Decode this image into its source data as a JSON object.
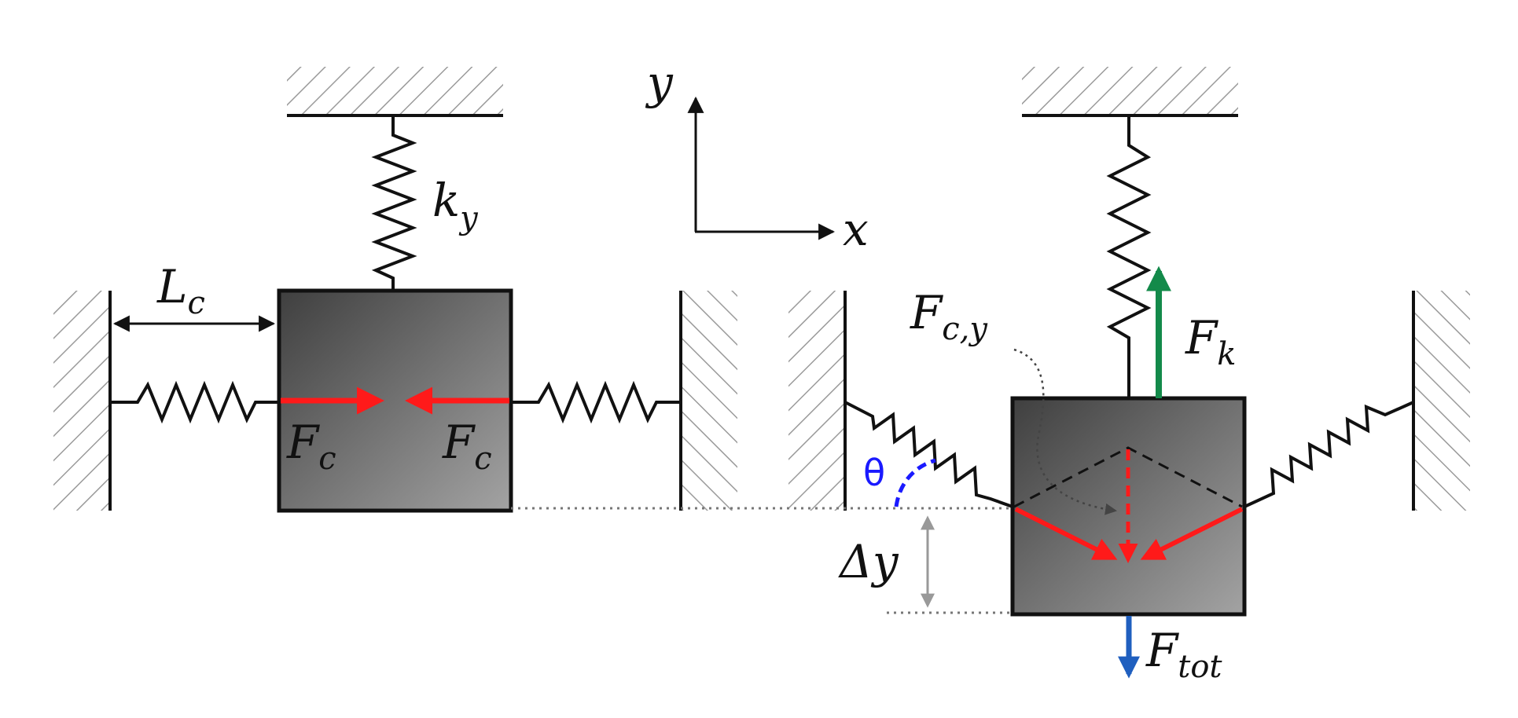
{
  "labels": {
    "axis_y": "y",
    "axis_x": "x",
    "stiffness_main": "k",
    "stiffness_sub": "y",
    "length_main": "L",
    "length_sub": "c",
    "force_c_main": "F",
    "force_c_sub": "c",
    "force_cy_main": "F",
    "force_cy_sub": "c,y",
    "force_k_main": "F",
    "force_k_sub": "k",
    "force_tot_main": "F",
    "force_tot_sub": "tot",
    "theta": "θ",
    "delta_y": "Δy"
  },
  "colors": {
    "spring_force": "#ff1a1a",
    "restoring_force": "#138a4a",
    "total_force": "#1f5fbf",
    "angle_mark": "#1a1aff",
    "block_dark": "#4a4a4a",
    "block_light": "#9c9c9c",
    "line": "#111111"
  }
}
